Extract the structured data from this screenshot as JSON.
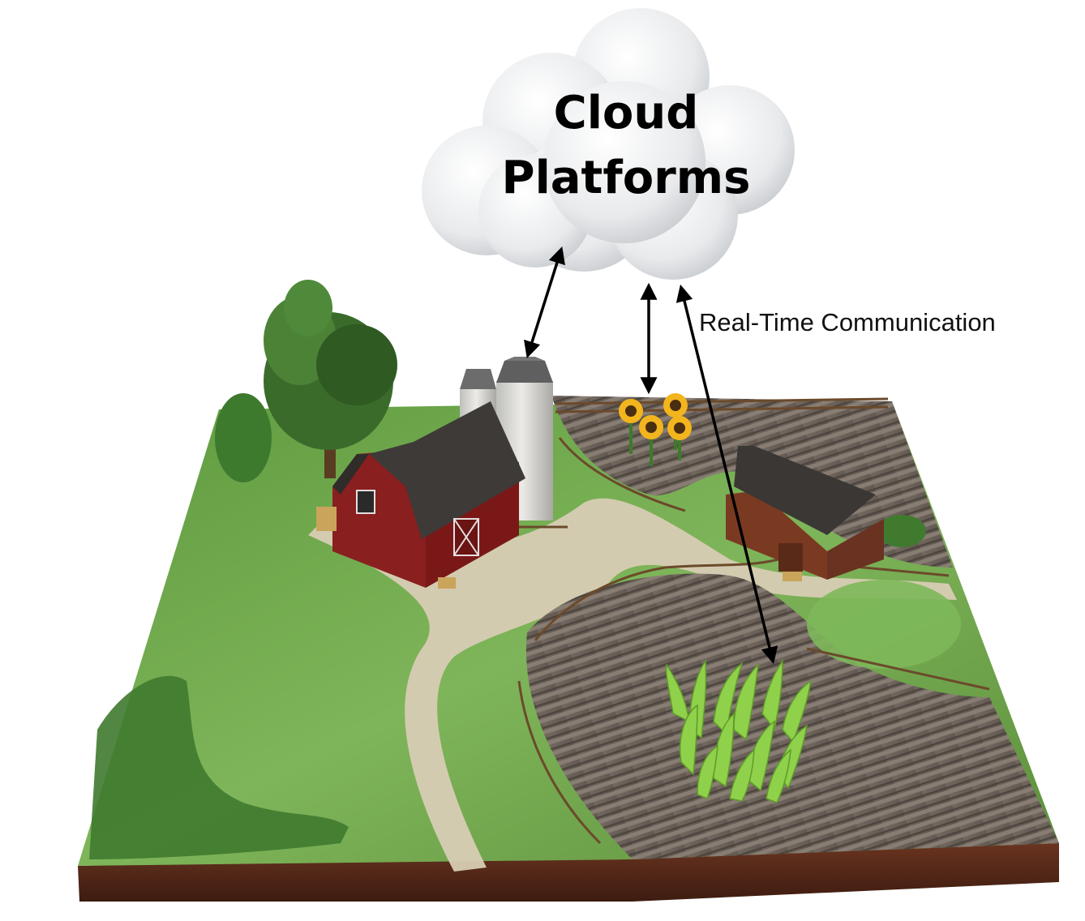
{
  "cloud": {
    "title_line1": "Cloud",
    "title_line2": "Platforms"
  },
  "communication": {
    "label": "Real-Time Communication"
  },
  "colors": {
    "grass": "#6fa34a",
    "soil": "#6b5f55",
    "path": "#d8ccb4",
    "barn_red": "#8a1f1f",
    "roof": "#3a3735",
    "silo": "#d9d9d6",
    "earth_base": "#5a2a1a",
    "arrow": "#000000"
  },
  "icons": {
    "cloud": "cloud-icon",
    "barn": "barn-icon",
    "shed": "shed-icon",
    "silo": "silo-icon",
    "tree": "tree-icon",
    "sunflower": "sunflower-icon",
    "crop": "grass-crop-icon"
  }
}
